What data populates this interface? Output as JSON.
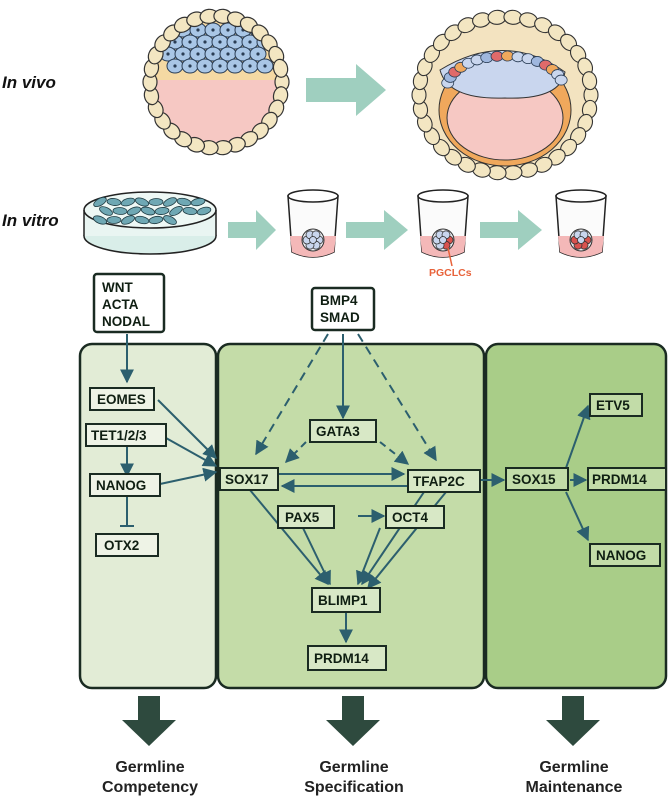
{
  "row_labels": {
    "in_vivo": "In vivo",
    "in_vitro": "In vitro"
  },
  "pgclcs_label": "PGCLCs",
  "signals": {
    "left": [
      "WNT",
      "ACTA",
      "NODAL"
    ],
    "center": [
      "BMP4",
      "SMAD"
    ]
  },
  "panel_left": {
    "genes": [
      "EOMES",
      "TET1/2/3",
      "NANOG",
      "OTX2"
    ]
  },
  "panel_center": {
    "genes": [
      "GATA3",
      "SOX17",
      "TFAP2C",
      "PAX5",
      "OCT4",
      "BLIMP1",
      "PRDM14"
    ]
  },
  "panel_right": {
    "genes": [
      "SOX15",
      "ETV5",
      "PRDM14",
      "NANOG"
    ]
  },
  "footer": {
    "competency": [
      "Germline",
      "Competency"
    ],
    "specification": [
      "Germline",
      "Specification"
    ],
    "maintenance": [
      "Germline",
      "Maintenance"
    ]
  },
  "colors": {
    "panel_left": "#e2ecd6",
    "panel_center": "#c4dca8",
    "panel_right": "#a9cd88",
    "border": "#1a2b22",
    "arrow": "#2c5f6e",
    "big_arrow": "#2e4a3e",
    "transition_arrow": "#9fcfbf",
    "pgclcs": "#e8623a"
  }
}
